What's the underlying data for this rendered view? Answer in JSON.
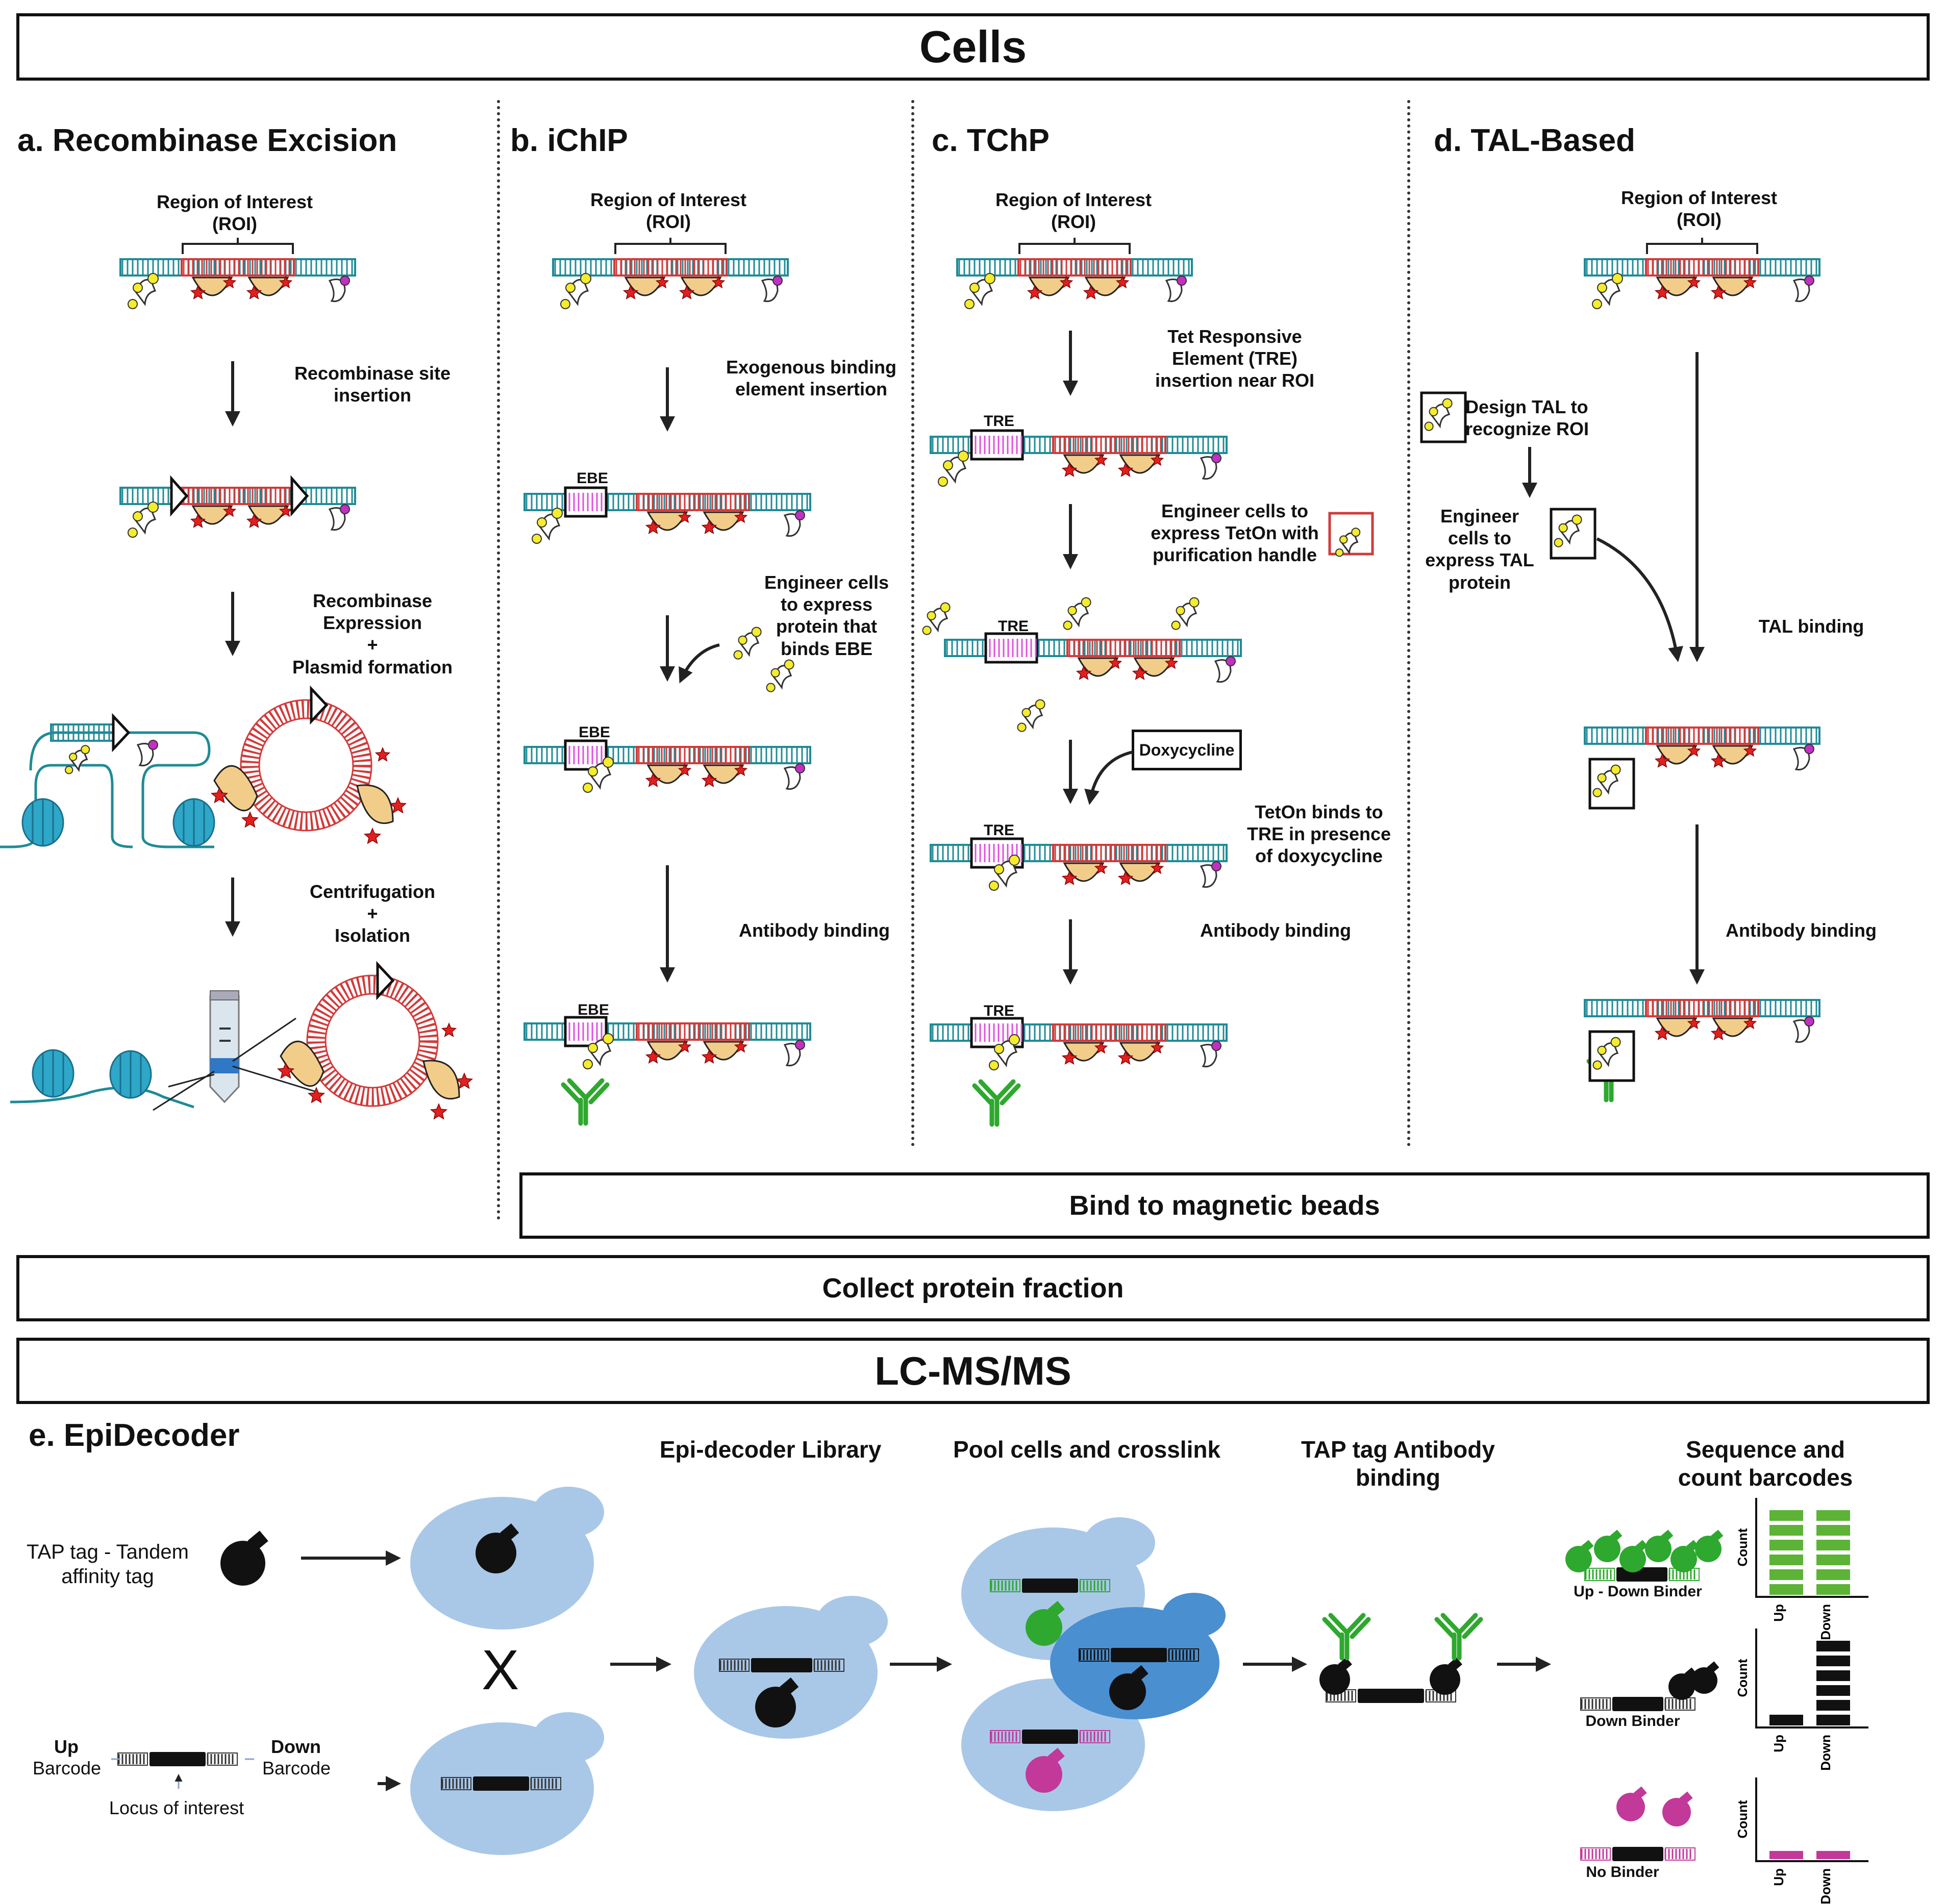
{
  "header": {
    "title": "Cells"
  },
  "panels": {
    "a": {
      "title": "a. Recombinase Excision",
      "roi": "Region of Interest\n(ROI)",
      "step1": "Recombinase site\ninsertion",
      "step2": "Recombinase\nExpression\n+\nPlasmid formation",
      "step3": "Centrifugation\n+\nIsolation"
    },
    "b": {
      "title": "b. iChIP",
      "roi": "Region of Interest\n(ROI)",
      "step1": "Exogenous binding\nelement insertion",
      "ebe": "EBE",
      "step2": "Engineer cells\nto express\nprotein that\nbinds EBE",
      "step3": "Antibody binding"
    },
    "c": {
      "title": "c. TChP",
      "roi": "Region of Interest\n(ROI)",
      "step1": "Tet Responsive\nElement (TRE)\ninsertion near ROI",
      "tre": "TRE",
      "step2": "Engineer cells to\nexpress TetOn with\npurification handle",
      "doxy": "Doxycycline",
      "step3": "TetOn binds to\nTRE in presence\nof doxycycline",
      "step4": "Antibody binding"
    },
    "d": {
      "title": "d. TAL-Based",
      "roi": "Region of Interest\n(ROI)",
      "design": "Design TAL to\nrecognize ROI",
      "engineer": "Engineer\ncells to\nexpress TAL\nprotein",
      "tal": "TAL",
      "step1": "TAL binding",
      "step2": "Antibody binding"
    }
  },
  "bars": {
    "beads": "Bind to magnetic beads",
    "collect": "Collect protein fraction",
    "lcms": "LC-MS/MS"
  },
  "panel_e": {
    "title": "e. EpiDecoder",
    "tap": "TAP tag - Tandem\naffinity tag",
    "up": "Up",
    "up_bc": "Barcode",
    "down": "Down",
    "down_bc": "Barcode",
    "locus": "Locus of interest",
    "cross": "X",
    "library": "Epi-decoder Library",
    "pool": "Pool cells and crosslink",
    "tapab": "TAP tag Antibody\nbinding",
    "seq": "Sequence and\ncount barcodes",
    "charts": [
      {
        "label": "Up - Down Binder",
        "color": "#5cb336",
        "ylabel": "Count",
        "categories": [
          "Up",
          "Down"
        ],
        "values": [
          6,
          6
        ]
      },
      {
        "label": "Down Binder",
        "color": "#111111",
        "ylabel": "Count",
        "categories": [
          "Up",
          "Down"
        ],
        "values": [
          1,
          6
        ]
      },
      {
        "label": "No Binder",
        "color": "#c2399a",
        "ylabel": "Count",
        "categories": [
          "Up",
          "Down"
        ],
        "values": [
          1,
          1
        ]
      }
    ]
  },
  "colors": {
    "dna_flank": "#1f8b96",
    "dna_roi": "#d23a3a",
    "ebe": "#e04fe0",
    "cell": "#a9c8e8",
    "cell_dark": "#4a8fd0",
    "nucleosome": "#2ea7c9",
    "antibody": "#2ea82e",
    "protein_tan": "#f2cd8a"
  }
}
